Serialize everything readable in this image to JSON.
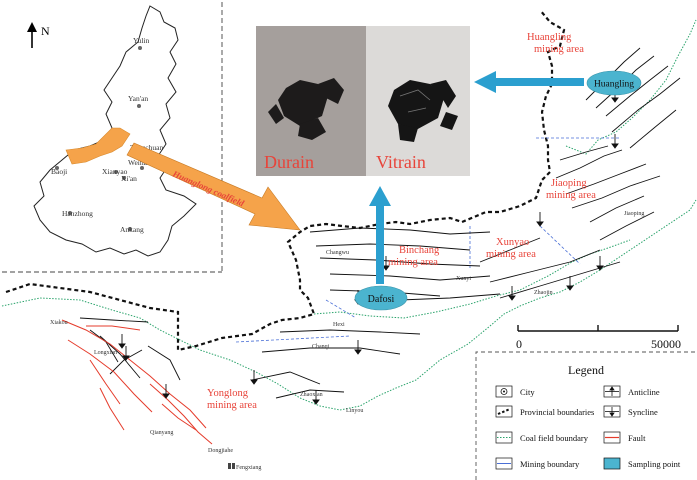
{
  "colors": {
    "mining_area_label": "#e8443a",
    "coalfield_arrow": "#f5a34a",
    "sampling_point": "#4bb4cf",
    "blue_arrow": "#2b9fcf",
    "fault": "#e53b2b",
    "coal_field_boundary": "#2aa36b",
    "mining_boundary": "#4a6fd6"
  },
  "inset": {
    "north_label": "N",
    "cities": [
      "Yulin",
      "Yan'an",
      "Tongchuan",
      "Weinan",
      "Baoji",
      "Xianyao",
      "Xi'an",
      "Hanzhong",
      "Ankang"
    ],
    "coalfield_label": "Huanglong coalfield"
  },
  "photo": {
    "left_label": "Durain",
    "right_label": "Vitrain"
  },
  "mining_areas": {
    "huangling": "Huangling\nmining area",
    "jiaoping": "Jiaoping\nmining area",
    "binchang": "Binchang\nmining area",
    "xunyao": "Xunyao\nmining area",
    "yonglong": "Yonglong\nmining area"
  },
  "sampling_points": {
    "huangling": "Huangling",
    "dafosi": "Dafosi"
  },
  "places": [
    "Jiaoping",
    "Changwu",
    "Xunyi",
    "Zhaojin",
    "Hexi",
    "Chanqi",
    "Xiakou",
    "Longxian",
    "Zhaoxian",
    "Linyou",
    "Qianyang",
    "Dongjiahe",
    "Fengxiang"
  ],
  "scale_bar": {
    "start": "0",
    "end": "50000"
  },
  "legend": {
    "title": "Legend",
    "items": {
      "city": "City",
      "anticline": "Anticline",
      "provincial_boundaries": "Provincial boundaries",
      "syncline": "Syncline",
      "coal_field_boundary": "Coal field boundary",
      "fault": "Fault",
      "mining_boundary": "Mining boundary",
      "sampling_point": "Sampling point"
    }
  }
}
